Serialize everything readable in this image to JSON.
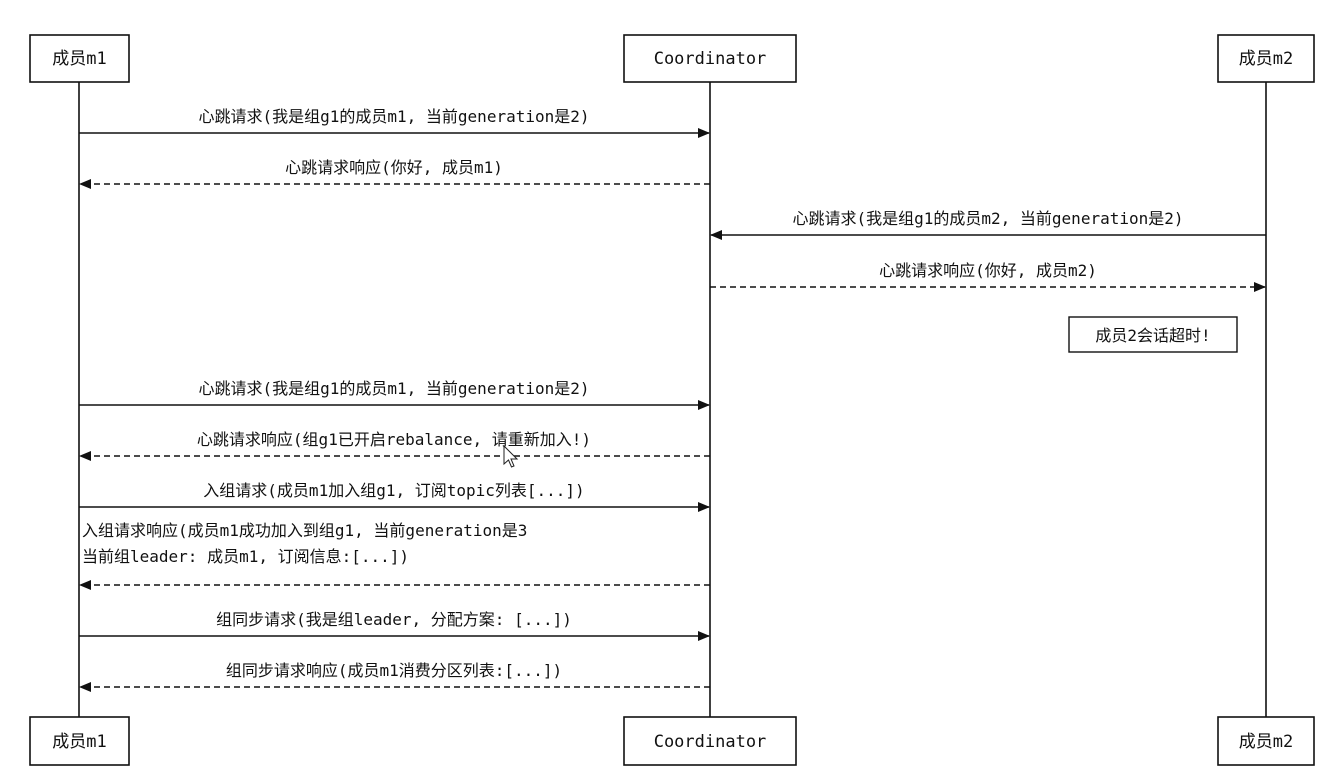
{
  "participants": [
    {
      "id": "m1",
      "label": "成员m1"
    },
    {
      "id": "coord",
      "label": "Coordinator"
    },
    {
      "id": "m2",
      "label": "成员m2"
    }
  ],
  "messages": [
    {
      "from": "m1",
      "to": "coord",
      "style": "solid",
      "lines": [
        "心跳请求(我是组g1的成员m1, 当前generation是2)"
      ]
    },
    {
      "from": "coord",
      "to": "m1",
      "style": "dashed",
      "lines": [
        "心跳请求响应(你好, 成员m1)"
      ]
    },
    {
      "from": "m2",
      "to": "coord",
      "style": "solid",
      "lines": [
        "心跳请求(我是组g1的成员m2, 当前generation是2)"
      ]
    },
    {
      "from": "coord",
      "to": "m2",
      "style": "dashed",
      "lines": [
        "心跳请求响应(你好, 成员m2)"
      ]
    },
    {
      "from": "m1",
      "to": "coord",
      "style": "solid",
      "lines": [
        "心跳请求(我是组g1的成员m1, 当前generation是2)"
      ]
    },
    {
      "from": "coord",
      "to": "m1",
      "style": "dashed",
      "lines": [
        "心跳请求响应(组g1已开启rebalance, 请重新加入!)"
      ]
    },
    {
      "from": "m1",
      "to": "coord",
      "style": "solid",
      "lines": [
        "入组请求(成员m1加入组g1, 订阅topic列表[...])"
      ]
    },
    {
      "from": "coord",
      "to": "m1",
      "style": "dashed",
      "lines": [
        "入组请求响应(成员m1成功加入到组g1, 当前generation是3",
        "当前组leader: 成员m1, 订阅信息:[...])"
      ]
    },
    {
      "from": "m1",
      "to": "coord",
      "style": "solid",
      "lines": [
        "组同步请求(我是组leader, 分配方案: [...])"
      ]
    },
    {
      "from": "coord",
      "to": "m1",
      "style": "dashed",
      "lines": [
        "组同步请求响应(成员m1消费分区列表:[...])"
      ]
    }
  ],
  "notes": [
    {
      "on": "m2",
      "text": "成员2会话超时!"
    }
  ]
}
